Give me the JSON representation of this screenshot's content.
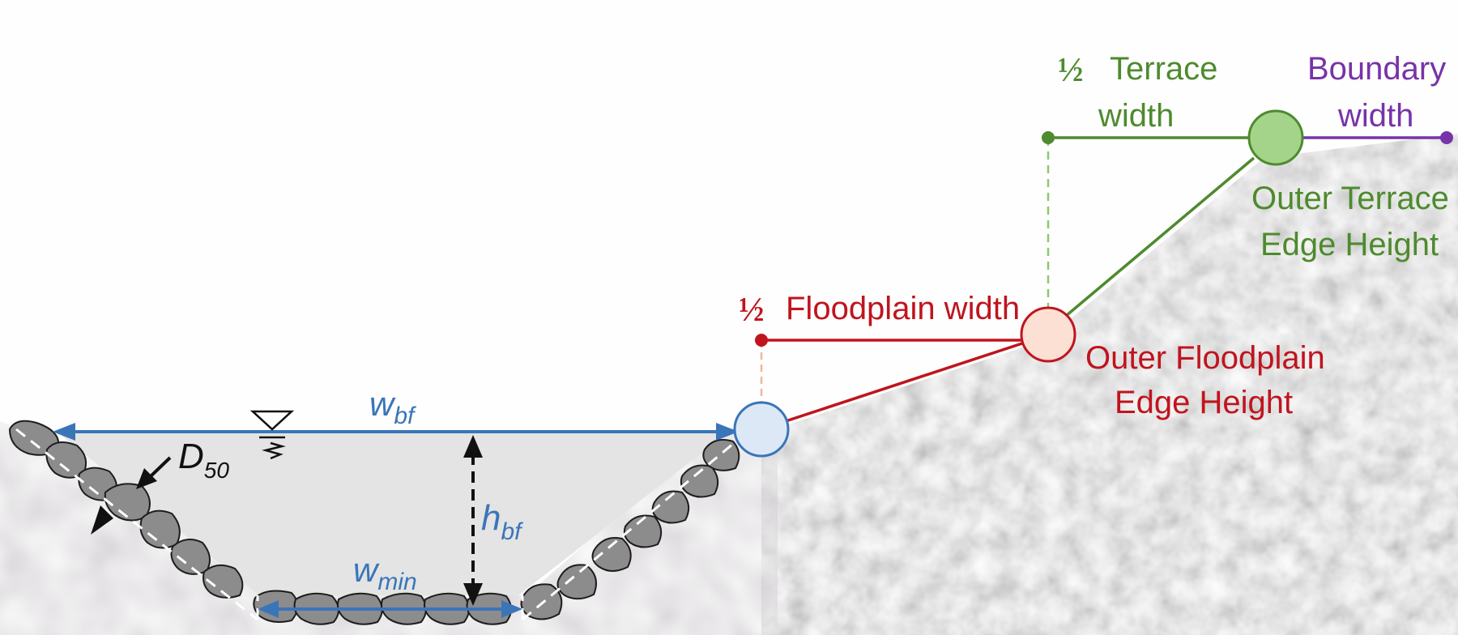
{
  "colors": {
    "channel": "#3a75b8",
    "floodplain": "#c0141e",
    "terrace": "#4e8a2e",
    "boundary": "#7733a8",
    "black": "#111111"
  },
  "icons": {
    "water_surface": "inverted-triangle-water-level-icon"
  },
  "labels": {
    "half": "½",
    "floodplain_width": "Floodplain width",
    "outer_floodplain_line1": "Outer Floodplain",
    "outer_floodplain_line2": "Edge Height",
    "terrace_line1": "Terrace",
    "terrace_line2": "width",
    "outer_terrace_line1": "Outer Terrace",
    "outer_terrace_line2": "Edge Height",
    "boundary_line1": "Boundary",
    "boundary_line2": "width"
  },
  "symbols": {
    "w": "w",
    "bf": "bf",
    "min": "min",
    "h": "h",
    "D": "D",
    "d50": "50"
  }
}
